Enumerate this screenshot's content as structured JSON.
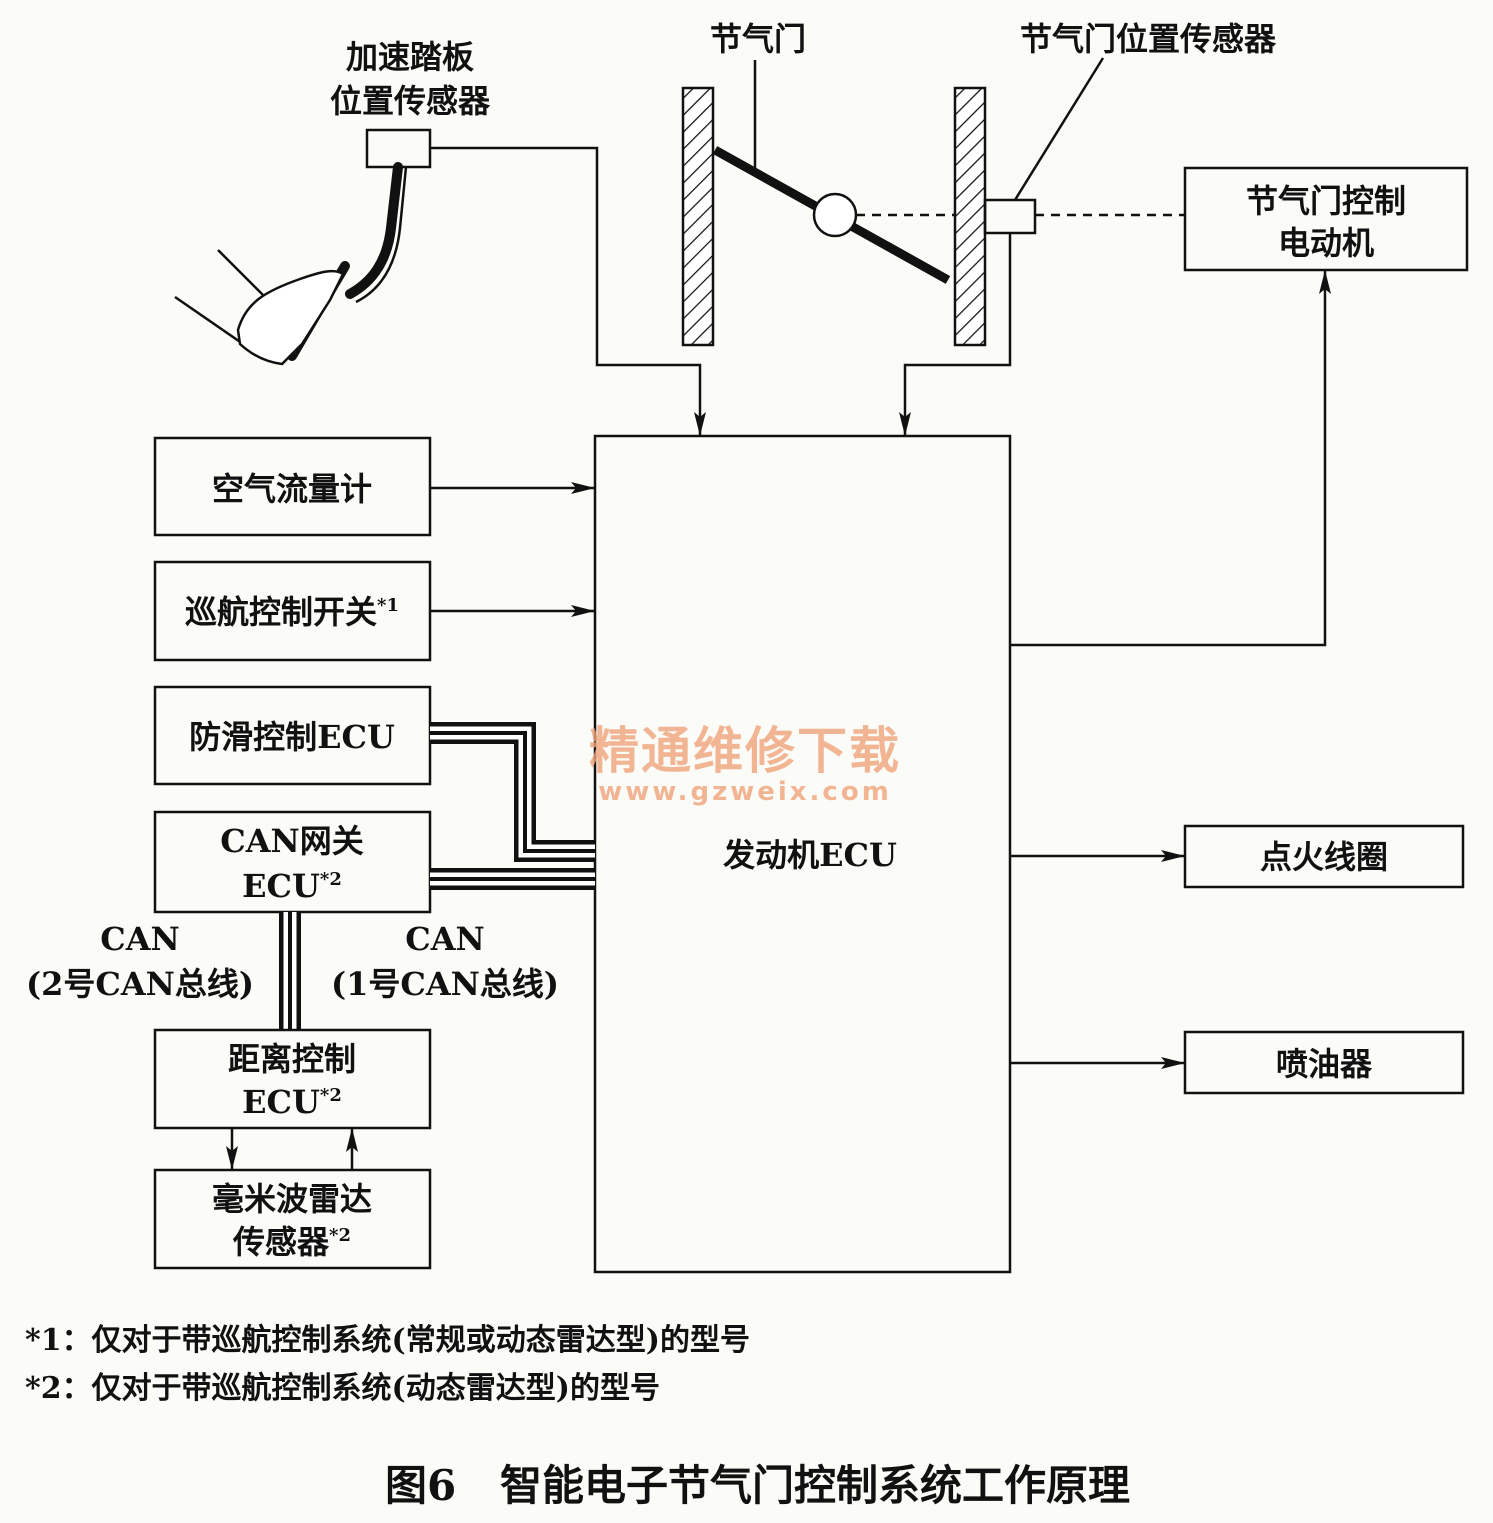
{
  "pedal_sensor": {
    "line1": "加速踏板",
    "line2": "位置传感器"
  },
  "throttle_label": "节气门",
  "tps_label": "节气门位置传感器",
  "throttle_motor": {
    "line1": "节气门控制",
    "line2": "电动机"
  },
  "engine_ecu": "发动机ECU",
  "inputs": {
    "air_flow_meter": "空气流量计",
    "cruise_switch": {
      "text": "巡航控制开关",
      "note": "*1"
    },
    "skid_control_ecu": "防滑控制ECU",
    "can_gateway": {
      "line1": "CAN网关",
      "line2": "ECU",
      "note": "*2"
    },
    "distance_ecu": {
      "line1": "距离控制",
      "line2": "ECU",
      "note": "*2"
    },
    "radar_sensor": {
      "line1": "毫米波雷达",
      "line2": "传感器",
      "note": "*2"
    }
  },
  "bus_labels": {
    "can2": {
      "line1": "CAN",
      "line2": "(2号CAN总线)"
    },
    "can1": {
      "line1": "CAN",
      "line2": "(1号CAN总线)"
    }
  },
  "outputs": {
    "ignition_coil": "点火线圈",
    "injector": "喷油器"
  },
  "watermark": {
    "title": "精通维修下载",
    "url": "www.gzweix.com"
  },
  "footnotes": [
    "*1：仅对于带巡航控制系统(常规或动态雷达型)的型号",
    "*2：仅对于带巡航控制系统(动态雷达型)的型号"
  ],
  "caption": {
    "number": "图6",
    "title": "智能电子节气门控制系统工作原理"
  },
  "colors": {
    "ink": "#111111",
    "paper": "#fbfbf7",
    "watermark": "#f0a47c"
  }
}
